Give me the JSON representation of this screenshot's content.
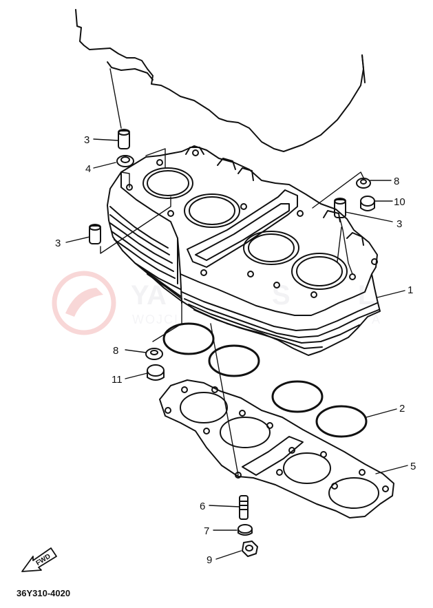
{
  "diagram": {
    "part_code": "36Y310-4020",
    "fwd_label": "FWD",
    "watermark": {
      "line1": "YA",
      "line1b": "S",
      "line1c": "L",
      "line2": "WOJCI",
      "line2b": "A",
      "color": "#f3b8b8"
    },
    "callouts": [
      {
        "id": "c3a",
        "label": "3"
      },
      {
        "id": "c4",
        "label": "4"
      },
      {
        "id": "c3b",
        "label": "3"
      },
      {
        "id": "c8a",
        "label": "8"
      },
      {
        "id": "c10",
        "label": "10"
      },
      {
        "id": "c3c",
        "label": "3"
      },
      {
        "id": "c1",
        "label": "1"
      },
      {
        "id": "c8b",
        "label": "8"
      },
      {
        "id": "c11",
        "label": "11"
      },
      {
        "id": "c2",
        "label": "2"
      },
      {
        "id": "c5",
        "label": "5"
      },
      {
        "id": "c6",
        "label": "6"
      },
      {
        "id": "c7",
        "label": "7"
      },
      {
        "id": "c9",
        "label": "9"
      }
    ]
  }
}
